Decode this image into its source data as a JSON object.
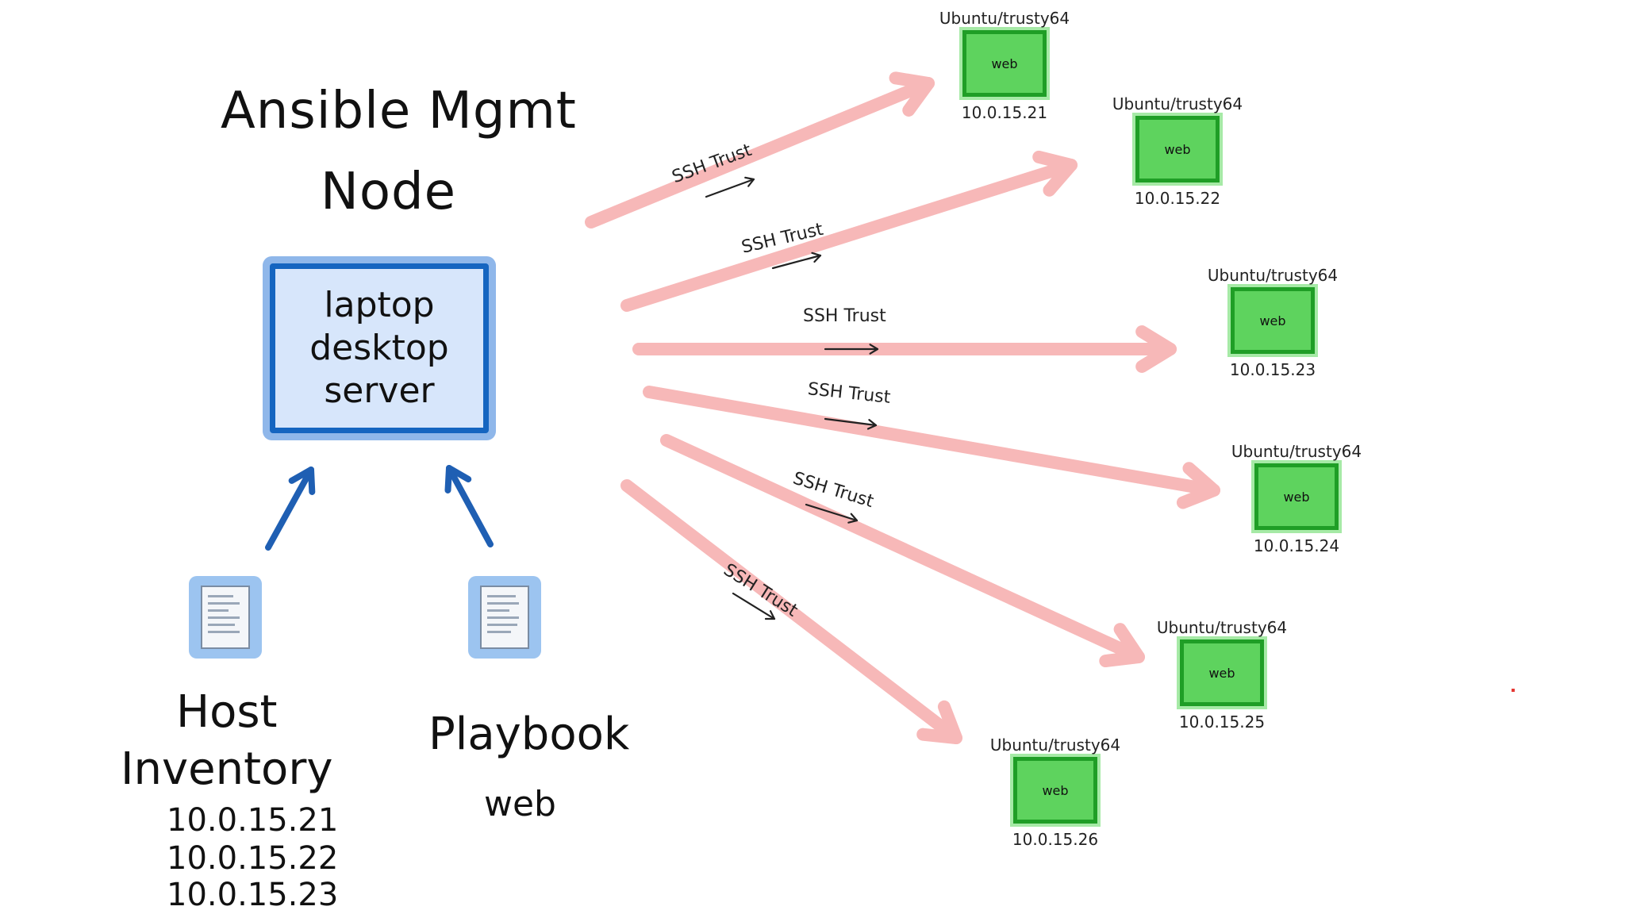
{
  "title": {
    "line1": "Ansible Mgmt",
    "line2": "Node"
  },
  "mgmt_node": {
    "lines": [
      "laptop",
      "desktop",
      "server"
    ]
  },
  "host_inventory": {
    "label_line1": "Host",
    "label_line2": "Inventory",
    "ips": [
      "10.0.15.21",
      "10.0.15.22",
      "10.0.15.23"
    ]
  },
  "playbook": {
    "label": "Playbook",
    "name": "web"
  },
  "connection_label": "SSH Trust",
  "hosts": [
    {
      "os": "Ubuntu/trusty64",
      "role": "web",
      "ip": "10.0.15.21"
    },
    {
      "os": "Ubuntu/trusty64",
      "role": "web",
      "ip": "10.0.15.22"
    },
    {
      "os": "Ubuntu/trusty64",
      "role": "web",
      "ip": "10.0.15.23"
    },
    {
      "os": "Ubuntu/trusty64",
      "role": "web",
      "ip": "10.0.15.24"
    },
    {
      "os": "Ubuntu/trusty64",
      "role": "web",
      "ip": "10.0.15.25"
    },
    {
      "os": "Ubuntu/trusty64",
      "role": "web",
      "ip": "10.0.15.26"
    }
  ],
  "colors": {
    "ssh_arrow": "#f7b8b8",
    "upload_arrow": "#1f5fb3",
    "mgmt_border": "#1565c0",
    "mgmt_fill": "#d7e6fb",
    "host_fill": "#5ed35e",
    "host_border": "#1f9e26"
  },
  "icons": {
    "inventory": "document-icon",
    "playbook": "document-icon"
  }
}
